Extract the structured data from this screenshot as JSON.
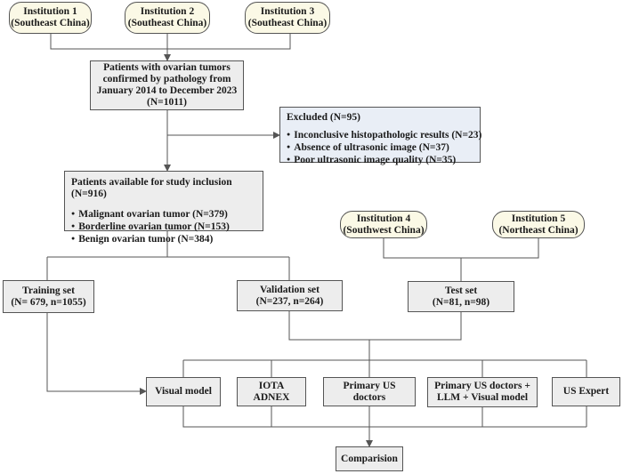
{
  "institutions": [
    {
      "name": "Institution 1",
      "region": "(Southeast China)"
    },
    {
      "name": "Institution 2",
      "region": "(Southeast China)"
    },
    {
      "name": "Institution 3",
      "region": "(Southeast China)"
    },
    {
      "name": "Institution 4",
      "region": "(Southwest China)"
    },
    {
      "name": "Institution 5",
      "region": "(Northeast China)"
    }
  ],
  "patients_box": {
    "lines": [
      "Patients with ovarian tumors",
      "confirmed by pathology from",
      "January 2014 to December 2023",
      "(N=1011)"
    ]
  },
  "excluded": {
    "title": "Excluded (N=95)",
    "items": [
      "Inconclusive histopathologic results (N=23)",
      "Absence of ultrasonic image (N=37)",
      "Poor ultrasonic image quality (N=35)"
    ]
  },
  "available": {
    "title": "Patients available for study inclusion (N=916)",
    "items": [
      "Malignant ovarian tumor (N=379)",
      "Borderline ovarian tumor (N=153)",
      "Benign ovarian tumor (N=384)"
    ]
  },
  "sets": {
    "training": {
      "title": "Training set",
      "counts": "(N= 679, n=1055)"
    },
    "validation": {
      "title": "Validation set",
      "counts": "(N=237, n=264)"
    },
    "test": {
      "title": "Test set",
      "counts": "(N=81, n=98)"
    }
  },
  "models": {
    "visual_model": "Visual model",
    "iota": [
      "IOTA",
      "ADNEX"
    ],
    "primary_us": [
      "Primary US",
      "doctors"
    ],
    "combined": [
      "Primary US doctors +",
      "LLM + Visual model"
    ],
    "us_expert": "US Expert"
  },
  "comparison": "Comparision"
}
